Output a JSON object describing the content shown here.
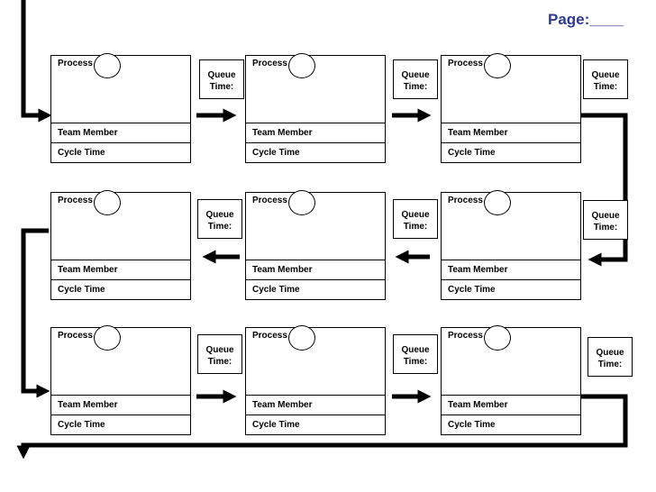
{
  "page_label": "Page:____",
  "process_label": "Process",
  "team_member_label": "Team Member",
  "cycle_time_label": "Cycle Time",
  "queue_line1": "Queue",
  "queue_line2": "Time:"
}
